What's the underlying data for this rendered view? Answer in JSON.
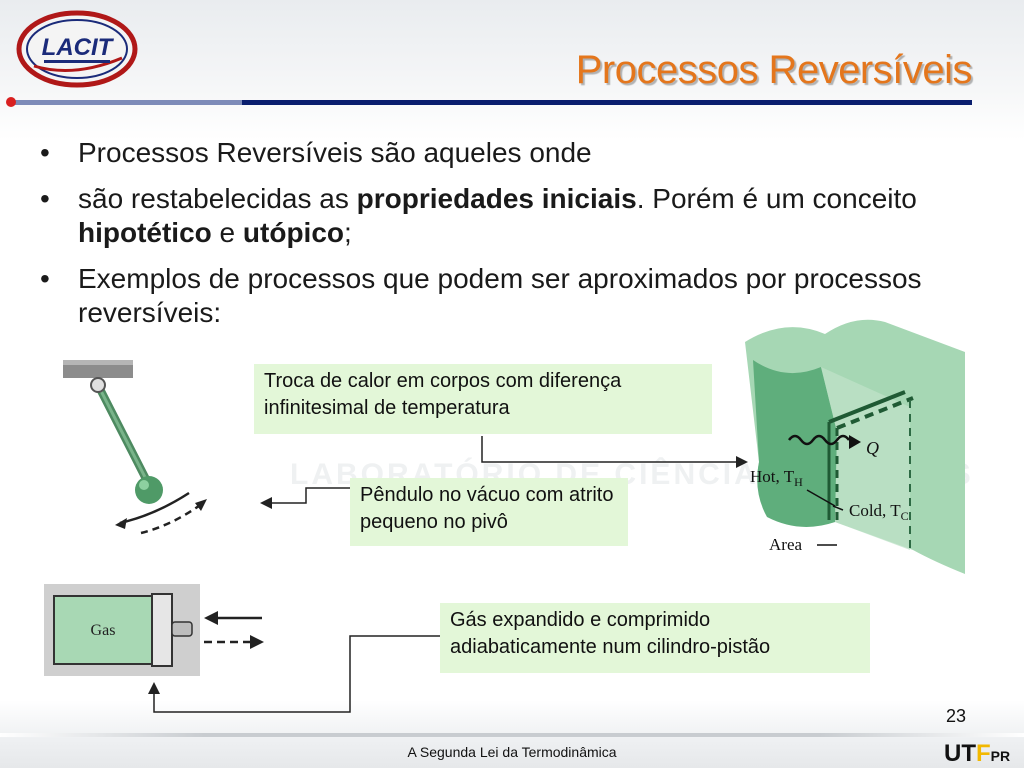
{
  "header": {
    "logo_text": "LACIT",
    "title": "Processos Reversíveis",
    "title_color": "#e4761c",
    "rule_color": "#0a1e6e",
    "dot_color": "#d92020"
  },
  "bullets": [
    {
      "parts": [
        {
          "t": "Processos Reversíveis são aqueles onde",
          "b": false
        }
      ]
    },
    {
      "parts": [
        {
          "t": "são restabelecidas as ",
          "b": false
        },
        {
          "t": "propriedades iniciais",
          "b": true
        },
        {
          "t": ". Porém é um conceito ",
          "b": false
        },
        {
          "t": "hipotético",
          "b": true
        },
        {
          "t": " e ",
          "b": false
        },
        {
          "t": "utópico",
          "b": true
        },
        {
          "t": ";",
          "b": false
        }
      ]
    },
    {
      "parts": [
        {
          "t": "Exemplos de processos que podem ser aproximados por processos reversíveis:",
          "b": false
        }
      ]
    }
  ],
  "bullet_symbol": "•",
  "callouts": {
    "heat": "Troca de calor em corpos com diferença infinitesimal  de temperatura",
    "pendulum": "Pêndulo no vácuo com atrito pequeno no pivô",
    "gas": "Gás expandido e comprimido adiabaticamente num cilindro-pistão"
  },
  "callout_color": "#e3f7d8",
  "heat_figure": {
    "label_q": "Q",
    "label_hot": "Hot, T",
    "label_hot_sub": "H",
    "label_cold": "Cold, T",
    "label_cold_sub": "C",
    "label_area": "Area"
  },
  "gas_figure": {
    "label": "Gas"
  },
  "watermark": "LABORATÓRIO DE CIÊNCIAS TÉRMICAS",
  "footer": {
    "page_number": "23",
    "course": "A Segunda Lei da Termodinâmica",
    "brand_a": "UT",
    "brand_b": "F",
    "brand_c": "PR"
  },
  "colors": {
    "figure_green": "#5fae7c",
    "figure_light_green": "#a6d7b4",
    "pendulum_green": "#5a9a6e"
  }
}
